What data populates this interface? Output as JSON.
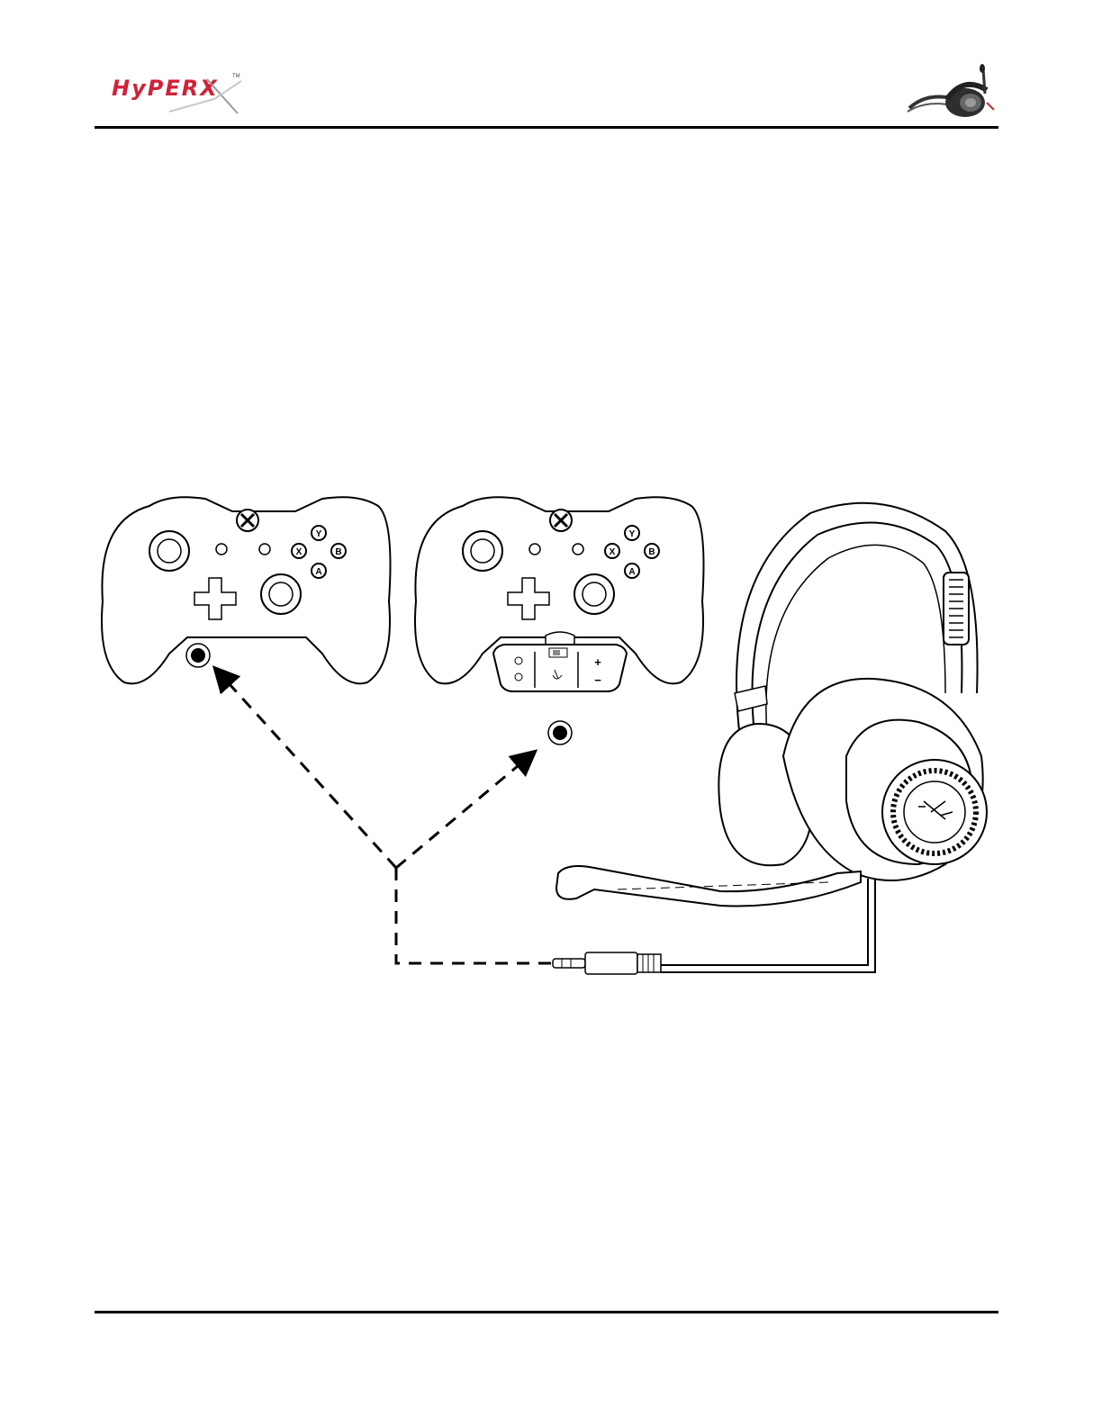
{
  "header": {
    "logo_text": "HyPERX",
    "logo_tm": "TM",
    "logo_color": "#d0223a",
    "thumbnail_icon": "headset-thumbnail-icon"
  },
  "diagram": {
    "controller_left": {
      "buttons": {
        "y": "Y",
        "b": "B",
        "x": "X",
        "a": "A"
      },
      "port_icon": "audio-jack-port-icon"
    },
    "controller_right": {
      "buttons": {
        "y": "Y",
        "b": "B",
        "x": "X",
        "a": "A"
      },
      "adapter": {
        "plus": "+",
        "minus": "−",
        "mic_icon": "mic-mute-icon",
        "chat_icon": "game-chat-balance-icon"
      },
      "port_icon": "audio-jack-port-icon"
    },
    "headset_icon": "hyperx-headset-icon",
    "plug_icon": "3.5mm-plug-icon"
  }
}
